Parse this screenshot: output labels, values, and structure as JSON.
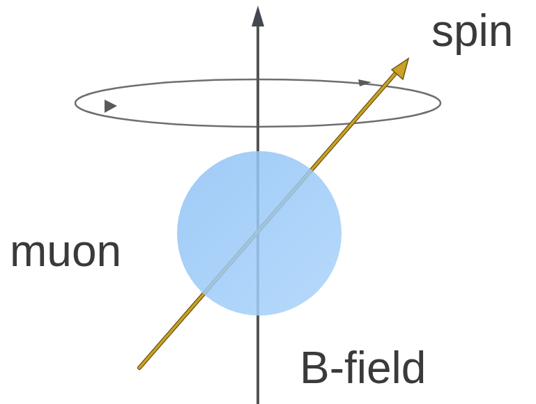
{
  "diagram": {
    "labels": [
      "spin",
      "muon",
      "B-field"
    ]
  }
}
